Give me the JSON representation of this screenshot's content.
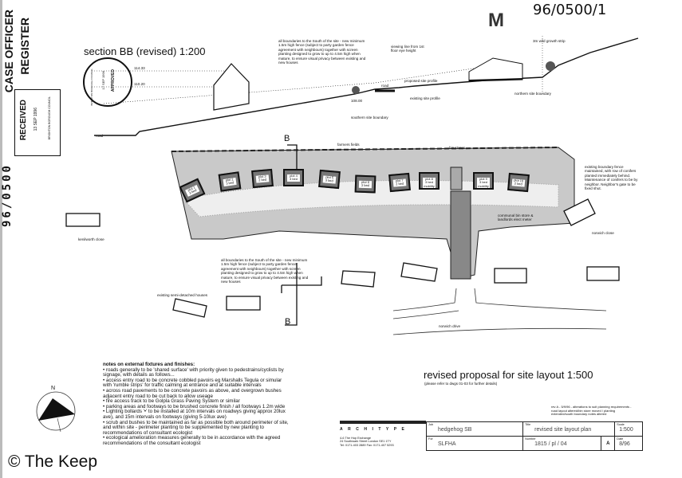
{
  "stamps": {
    "case_officer": "CASE OFFICER",
    "register": "REGISTER",
    "received": "RECEIVED",
    "received_date": "13 SEP 1996",
    "received_council": "BRIGHTON BOROUGH COUNCIL",
    "approved": "APPROVED",
    "approved_date": "17 SEP 1996",
    "approved_council": "BRIGHTON BOROUGH COUNCIL",
    "ref_vertical": "96/0500",
    "handwritten_ref": "96/0500/1",
    "letter_m": "M"
  },
  "section": {
    "title": "section BB (revised) 1:200",
    "level_top": "114.33",
    "level_mid": "110.20",
    "level_low": "108.00",
    "road_left": "road",
    "road_mid": "road",
    "boundary_note": "all boundaries to the South of the site - new minimum 1.5m high fence (subject to party garden fence agreement with neighbours) together with screen planting designed to grow to up to 4.5m high when mature, to ensure visual privacy between existing and new houses",
    "viewing_line": "viewing line from 1st floor eye height",
    "proposed_profile": "proposed site profile",
    "existing_profile": "existing site profile",
    "southern_boundary": "southern site boundary",
    "northern_boundary": "northern site boundary",
    "wild_strip": "3m wild growth strip"
  },
  "plan": {
    "section_marker": "B",
    "farmers_fields": "farmers fields",
    "bin_stores": "bin stores",
    "communal_bin": "communal bin store & landlords elect meter",
    "kenilworth_close": "kenilworth close",
    "semi_detached": "existing semi-detached houses",
    "norwich_drive": "norwich drive",
    "norwich_close": "norwich close",
    "east_fence_note": "existing boundary fence maintained, with row of conifers planted immediately behind. Maintenance of conifers to be by neighbor. Neighbor's gate to be fixed shut.",
    "south_note": "all boundaries to the South of the site - new minimum 1.5m high fence (subject to party garden fence agreement with neighbours) together with screen planting designed to grow to up to 4.5m high when mature, to ensure visual privacy between existing and new houses",
    "plots": [
      {
        "name": "plot 1",
        "type": "3 bed"
      },
      {
        "name": "plot 2",
        "type": "3 bed"
      },
      {
        "name": "plot 3",
        "type": "2 bed"
      },
      {
        "name": "plot 4",
        "type": "3 bed"
      },
      {
        "name": "plot 5",
        "type": "3 bed"
      },
      {
        "name": "plot 6",
        "type": "3 bed"
      },
      {
        "name": "plot 7",
        "type": "2 bed"
      },
      {
        "name": "plot 8",
        "type": "3 bed mobility"
      },
      {
        "name": "plot 9",
        "type": "3 bed mobility"
      },
      {
        "name": "plot 10",
        "type": "2 bed"
      }
    ]
  },
  "notes": {
    "heading": "notes on external fixtures and finishes:",
    "lines": [
      "• roads generally to be 'shared surface' with priority given to pedestrains/cyclists by",
      "signage, with details as follows...",
      "• access entry road to be concrete cobbled pavoirs eg Marshalls Tegula or simular",
      "with 'rumble strips' for traffic calming at entrance and at suitable intervals",
      "• across road pavements to be concrete pavoirs as above, and overgrown bushes",
      "adjacent entry road to be cut back to allow useage",
      "• fire access track to be Golpla Grass Paving System or similar",
      "• parking areas and footways to be brushed concrete finish / all footways 1.2m wide",
      "• Lighting bollards '•' to be installed at 10m intervals on roadwys giving approx 20lux",
      "ave), and 15m intervals on footways (giving 5-10lux ave)",
      "• scrub and bushes to be maintained as far as possible both around perimeter of site,",
      "and within site - perimeter planting to be supplemented by new planting to",
      "recommendations of consultant ecologist",
      "• ecological amelioration measures generally to be in accordance with the agreed",
      "recommendations of the consultant ecologist"
    ]
  },
  "title": {
    "main": "revised proposal for site layout 1:500",
    "sub": "(please refer to dwgs 01-03 for further details)",
    "revision": "rev A - 5/9/96 - alterations to suit planning requirements - road layout altered/bin store moved / planting extended/south boundary notes altered"
  },
  "architect": {
    "name": "ARCHITYPE",
    "address1": "4-6 The Hop Exchange",
    "address2": "24 Southwark Street London SE1 1TY",
    "phone": "Tel: 0171-403 2889  Fax: 0171-407 5293"
  },
  "title_block": {
    "job_label": "Job",
    "job": "hedgehog SB",
    "title_label": "Title",
    "title": "revised site layout plan",
    "scale_label": "Scale",
    "scale": "1:500",
    "for_label": "For",
    "for": "SLFHA",
    "number_label": "Number",
    "number": "1815 / pl / 04",
    "rev": "A",
    "date_label": "Date",
    "date": "8/96"
  },
  "compass": {
    "north": "N"
  },
  "watermark": "© The Keep"
}
